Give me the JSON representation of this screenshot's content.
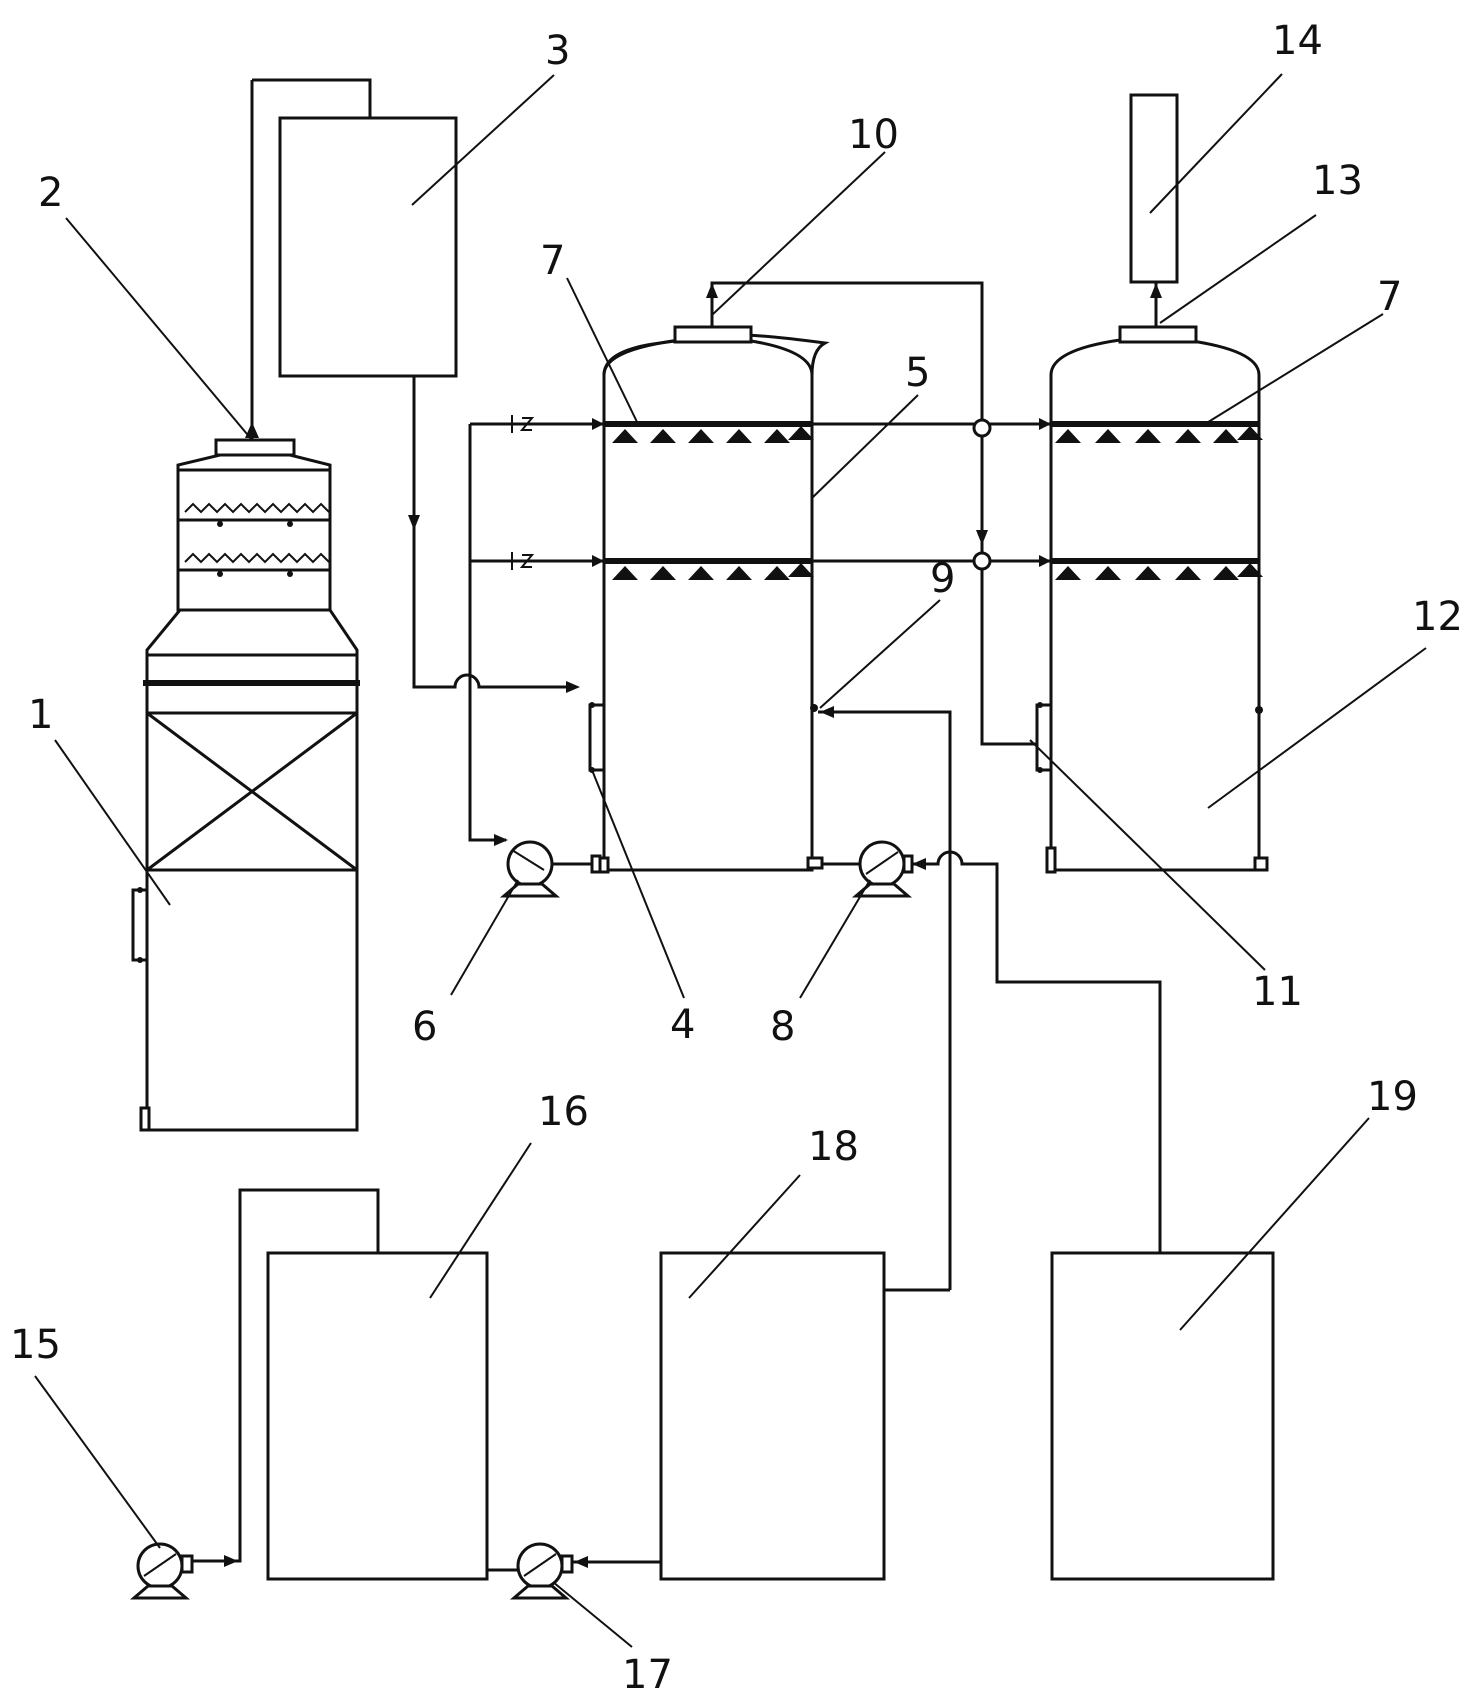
{
  "labels": {
    "n1": "1",
    "n2": "2",
    "n3": "3",
    "n4": "4",
    "n5": "5",
    "n6": "6",
    "n7a": "7",
    "n7b": "7",
    "n8": "8",
    "n9": "9",
    "n10": "10",
    "n11": "11",
    "n12": "12",
    "n13": "13",
    "n14": "14",
    "n15": "15",
    "n16": "16",
    "n17": "17",
    "n18": "18",
    "n19": "19"
  },
  "colors": {
    "stroke": "#111111",
    "background": "#ffffff"
  }
}
